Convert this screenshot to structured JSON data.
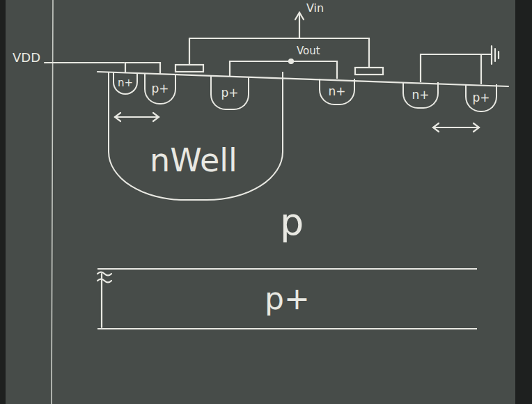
{
  "diagram": {
    "nodes": [
      {
        "text": [
          "nWell"
        ]
      },
      {
        "text": [
          "n+"
        ],
        "in": 0
      },
      {
        "text": [
          "p+"
        ],
        "in": 0
      },
      {
        "text": [
          "p+"
        ],
        "in": 0
      },
      {
        "text": [
          "n+"
        ]
      },
      {
        "text": [
          "n+"
        ]
      },
      {
        "text": [
          "p+"
        ]
      },
      {
        "text": [
          "p+"
        ]
      }
    ],
    "edges": [
      {
        "from": 1,
        "to": 2,
        "arrow": "none"
      },
      {
        "from": 3,
        "to": 4,
        "arrow": "none"
      },
      {
        "from": 5,
        "to": 6,
        "arrow": "none"
      }
    ],
    "labels": [
      "VDD",
      "Vin",
      "Vout",
      "p"
    ]
  }
}
